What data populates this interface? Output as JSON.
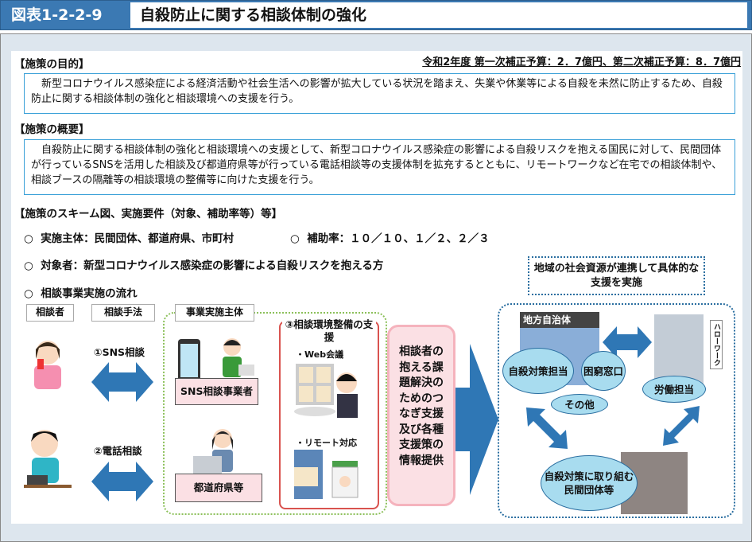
{
  "header": {
    "figure_no": "図表1-2-2-9",
    "title": "自殺防止に関する相談体制の強化"
  },
  "purpose": {
    "heading": "【施策の目的】",
    "budget": "令和2年度 第一次補正予算：2．7億円、第二次補正予算：8．7億円",
    "text": "新型コロナウイルス感染症による経済活動や社会生活への影響が拡大している状況を踏まえ、失業や休業等による自殺を未然に防止するため、自殺防止に関する相談体制の強化と相談環境への支援を行う。"
  },
  "overview": {
    "heading": "【施策の概要】",
    "text": "自殺防止に関する相談体制の強化と相談環境への支援として、新型コロナウイルス感染症の影響による自殺リスクを抱える国民に対して、民間団体が行っているSNSを活用した相談及び都道府県等が行っている電話相談等の支援体制を拡充するとともに、リモートワークなど在宅での相談体制や、相談ブースの隔離等の相談環境の整備等に向けた支援を行う。"
  },
  "scheme": {
    "heading": "【施策のスキーム図、実施要件（対象、補助率等）等】",
    "bullet_mark": "○",
    "implementer": "実施主体：民間団体、都道府県、市町村",
    "subsidy": "補助率：１０／１０、１／２、２／３",
    "target": "対象者：新型コロナウイルス感染症の影響による自殺リスクを抱える方",
    "flow": "相談事業実施の流れ"
  },
  "diagram": {
    "col_consulter": "相談者",
    "col_method": "相談手法",
    "col_operator": "事業実施主体",
    "sns": "①SNS相談",
    "phone": "②電話相談",
    "sns_operator": "SNS相談事業者",
    "prefecture": "都道府県等",
    "env_title": "③相談環境整備の支援",
    "web": "・Web会議",
    "remote": "・リモート対応",
    "linkage": "相談者の抱える課題解決のためのつなぎ支援及び各種支援策の情報提供",
    "regional": "地域の社会資源が連携して具体的な支援を実施",
    "local_gov": "地方自治体",
    "suicide_dept": "自殺対策担当",
    "poverty": "困窮窓口",
    "other": "その他",
    "hellowork": "ハローワーク",
    "labor": "労働担当",
    "npo": "自殺対策に取り組む民間団体等"
  },
  "colors": {
    "header": "#3b79b3",
    "arrow": "#2f77b5",
    "ellipse": "#a8dcef",
    "pink": "#fbe0e4",
    "red": "#d9534f",
    "green": "#8cc05a"
  }
}
